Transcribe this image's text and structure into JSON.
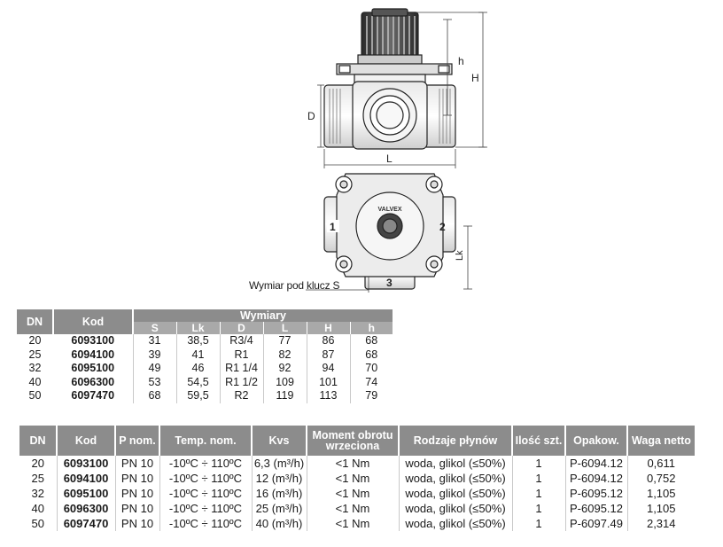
{
  "drawing": {
    "dim_h": "h",
    "dim_H": "H",
    "dim_D": "D",
    "dim_L": "L",
    "dim_Lk": "Lk",
    "port1": "1",
    "port2": "2",
    "port3": "3",
    "brand": "VALVEX",
    "callout": "Wymiar pod klucz S"
  },
  "table1": {
    "col_dn": "DN",
    "col_kod": "Kod",
    "col_wymiary": "Wymiary",
    "subcols": [
      "S",
      "Lk",
      "D",
      "L",
      "H",
      "h"
    ],
    "rows": [
      {
        "dn": "20",
        "kod": "6093100",
        "s": "31",
        "lk": "38,5",
        "d": "R3/4",
        "l": "77",
        "H": "86",
        "h": "68"
      },
      {
        "dn": "25",
        "kod": "6094100",
        "s": "39",
        "lk": "41",
        "d": "R1",
        "l": "82",
        "H": "87",
        "h": "68"
      },
      {
        "dn": "32",
        "kod": "6095100",
        "s": "49",
        "lk": "46",
        "d": "R1 1/4",
        "l": "92",
        "H": "94",
        "h": "70"
      },
      {
        "dn": "40",
        "kod": "6096300",
        "s": "53",
        "lk": "54,5",
        "d": "R1 1/2",
        "l": "109",
        "H": "101",
        "h": "74"
      },
      {
        "dn": "50",
        "kod": "6097470",
        "s": "68",
        "lk": "59,5",
        "d": "R2",
        "l": "119",
        "H": "113",
        "h": "79"
      }
    ]
  },
  "table2": {
    "headers": {
      "dn": "DN",
      "kod": "Kod",
      "pnom": "P nom.",
      "temp": "Temp. nom.",
      "kvs": "Kvs",
      "moment_1": "Moment obrotu",
      "moment_2": "wrzeciona",
      "fluids": "Rodzaje płynów",
      "qty": "Ilość szt.",
      "pack": "Opakow.",
      "weight": "Waga netto"
    },
    "rows": [
      {
        "dn": "20",
        "kod": "6093100",
        "pnom": "PN 10",
        "temp": "-10ºC ÷ 110ºC",
        "kvs": "6,3 (m³/h)",
        "moment": "<1 Nm",
        "fluids": "woda, glikol (≤50%)",
        "qty": "1",
        "pack": "P-6094.12",
        "weight": "0,611"
      },
      {
        "dn": "25",
        "kod": "6094100",
        "pnom": "PN 10",
        "temp": "-10ºC ÷ 110ºC",
        "kvs": "12 (m³/h)",
        "moment": "<1 Nm",
        "fluids": "woda, glikol (≤50%)",
        "qty": "1",
        "pack": "P-6094.12",
        "weight": "0,752"
      },
      {
        "dn": "32",
        "kod": "6095100",
        "pnom": "PN 10",
        "temp": "-10ºC ÷ 110ºC",
        "kvs": "16 (m³/h)",
        "moment": "<1 Nm",
        "fluids": "woda, glikol (≤50%)",
        "qty": "1",
        "pack": "P-6095.12",
        "weight": "1,105"
      },
      {
        "dn": "40",
        "kod": "6096300",
        "pnom": "PN 10",
        "temp": "-10ºC ÷ 110ºC",
        "kvs": "25 (m³/h)",
        "moment": "<1 Nm",
        "fluids": "woda, glikol (≤50%)",
        "qty": "1",
        "pack": "P-6095.12",
        "weight": "1,105"
      },
      {
        "dn": "50",
        "kod": "6097470",
        "pnom": "PN 10",
        "temp": "-10ºC ÷ 110ºC",
        "kvs": "40 (m³/h)",
        "moment": "<1 Nm",
        "fluids": "woda, glikol (≤50%)",
        "qty": "1",
        "pack": "P-6097.49",
        "weight": "2,314"
      }
    ]
  }
}
